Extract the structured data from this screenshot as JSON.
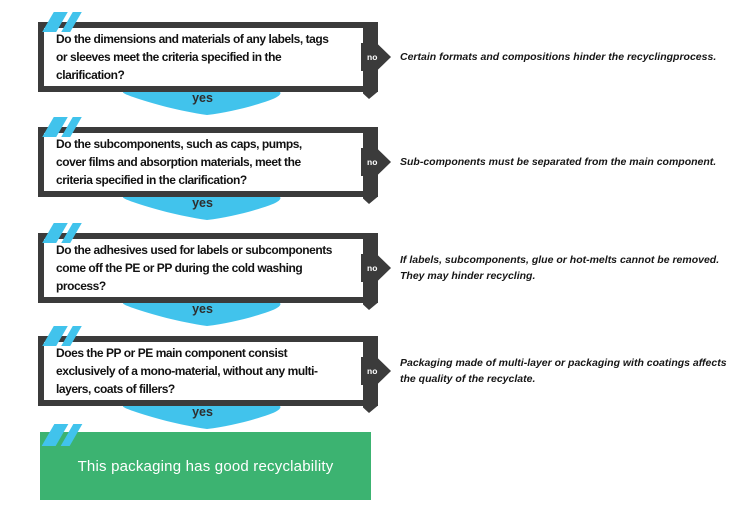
{
  "diagram": {
    "title_hint": "packaging recyclability decision flowchart",
    "colors": {
      "accent_blue": "#41c3ec",
      "box_border_dark": "#3b3b3b",
      "result_green": "#3cb371",
      "text_dark": "#161616"
    },
    "steps": [
      {
        "question": "Do the dimensions and materials of any labels, tags\nor sleeves meet the criteria specified in the\nclarification?",
        "no_label": "no",
        "yes_label": "yes",
        "no_note": "Certain formats and compositions hinder the recyclingprocess."
      },
      {
        "question": "Do the subcomponents, such as caps, pumps,\ncover films and absorption materials, meet the\ncriteria specified in the clarification?",
        "no_label": "no",
        "yes_label": "yes",
        "no_note": "Sub-components must be separated from the main component."
      },
      {
        "question": "Do the adhesives used for labels or subcomponents\ncome off the PE or PP during the cold washing\nprocess?",
        "no_label": "no",
        "yes_label": "yes",
        "no_note": "If labels, subcomponents, glue or hot-melts cannot be removed.\nThey may hinder recycling."
      },
      {
        "question": "Does the PP or PE main component consist\nexclusively of a mono-material, without any multi-\nlayers, coats of fillers?",
        "no_label": "no",
        "yes_label": "yes",
        "no_note": "Packaging made of multi-layer or packaging with coatings affects\nthe quality of the recyclate."
      }
    ],
    "result": {
      "label": "This packaging has good recyclability"
    }
  }
}
